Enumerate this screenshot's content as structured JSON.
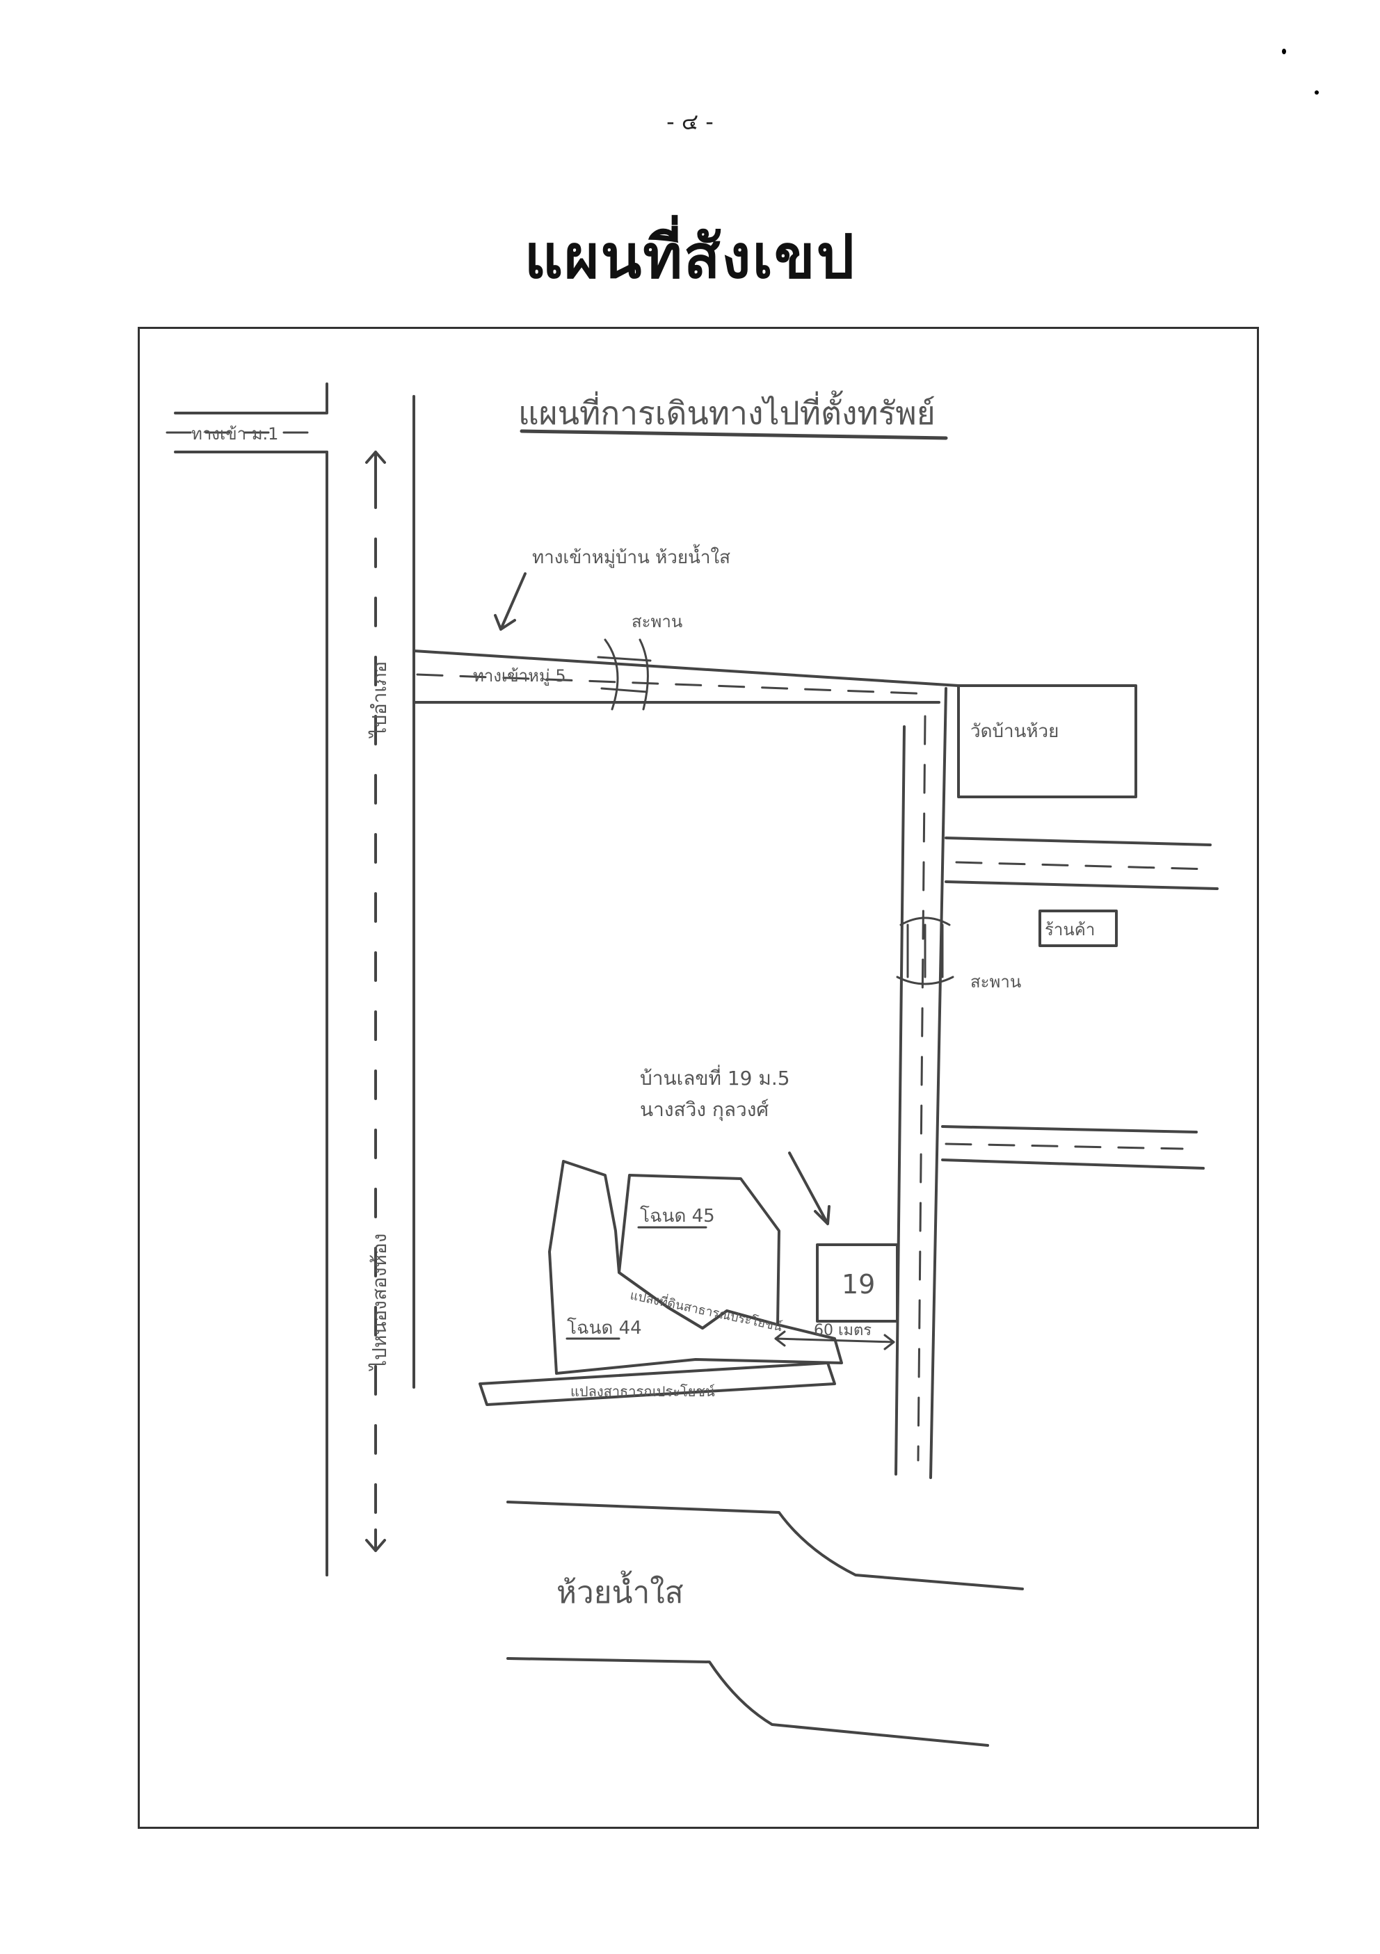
{
  "page": {
    "number": "- ๔ -",
    "title": "แผนที่สังเขป"
  },
  "map": {
    "heading": "แผนที่การเดินทางไปที่ตั้งทรัพย์",
    "labels": {
      "top_left_road": "ทางเข้า ม.1",
      "left_road_upper": "ไปอำเภอ",
      "left_road_lower": "ไปหนองสองห้อง",
      "entry_note": "ทางเข้าหมู่บ้าน ห้วยน้ำใส",
      "bridge_top": "สะพาน",
      "village_road": "ทางเข้าหมู่ 5",
      "temple": "วัดบ้านห้วย",
      "shop": "ร้านค้า",
      "bridge_right": "สะพาน",
      "house_note_line1": "บ้านเลขที่ 19 ม.5",
      "house_note_line2": "นางสวิง กุลวงศ์",
      "house_number": "19",
      "plot_upper": "โฉนด 45",
      "plot_lower": "โฉนด 44",
      "canal_upper": "แปลงที่ดินสาธารณประโยชน์",
      "distance": "60 เมตร",
      "canal_lower": "แปลงสาธารณประโยชน์",
      "creek": "ห้วยน้ำใส"
    }
  }
}
